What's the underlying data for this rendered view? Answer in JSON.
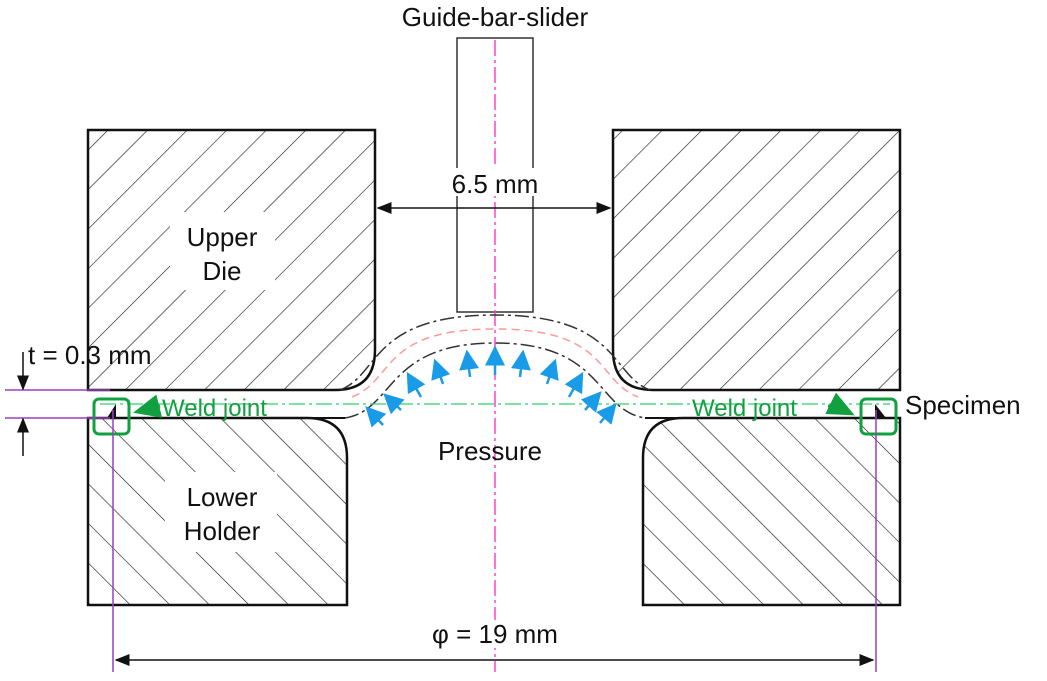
{
  "labels": {
    "guide_bar": "Guide-bar-slider",
    "gap_dim": "6.5 mm",
    "upper_die_1": "Upper",
    "upper_die_2": "Die",
    "lower_holder_1": "Lower",
    "lower_holder_2": "Holder",
    "thickness": "t = 0.3 mm",
    "weld_left": "Weld joint",
    "weld_right": "Weld joint",
    "specimen": "Specimen",
    "pressure": "Pressure",
    "diameter": "φ = 19 mm"
  },
  "colors": {
    "outline": "#111111",
    "centerline": "#ff44cc",
    "weld": "#10a040",
    "pressure_arrows": "#1a9be8",
    "dimension_extension": "#9b3fc0",
    "midline": "#ff9a9a"
  }
}
